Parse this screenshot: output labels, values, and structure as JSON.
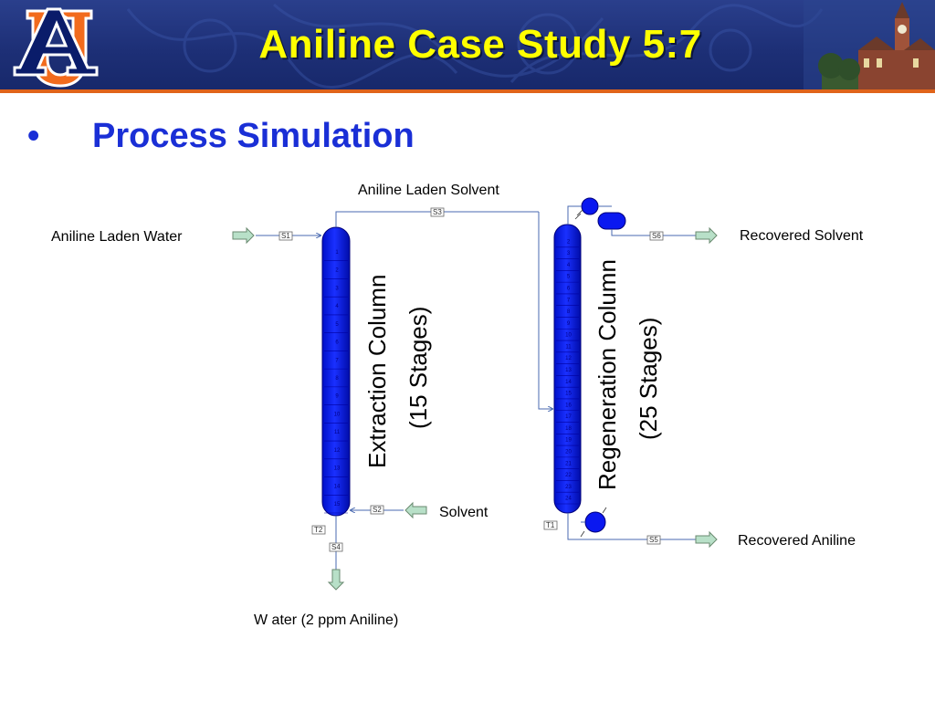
{
  "header": {
    "title": "Aniline Case Study 5:7",
    "logo_text": "AU"
  },
  "bullet": {
    "symbol": "•",
    "text": "Process Simulation"
  },
  "diagram": {
    "labels": {
      "aniline_laden_water": "Aniline Laden Water",
      "aniline_laden_solvent": "Aniline Laden Solvent",
      "recovered_solvent": "Recovered Solvent",
      "solvent": "Solvent",
      "recovered_aniline": "Recovered Aniline",
      "water_out": "W ater (2 ppm Aniline)"
    },
    "extraction_column": {
      "line1": "Extraction Column",
      "line2": "(15 Stages)",
      "stages": [
        "1",
        "2",
        "3",
        "4",
        "5",
        "6",
        "7",
        "8",
        "9",
        "10",
        "11",
        "12",
        "13",
        "14",
        "15"
      ]
    },
    "regeneration_column": {
      "line1": "Regeneration Column",
      "line2": "(25 Stages)",
      "stages": [
        "2",
        "3",
        "4",
        "5",
        "6",
        "7",
        "8",
        "9",
        "10",
        "11",
        "12",
        "13",
        "14",
        "15",
        "16",
        "17",
        "18",
        "19",
        "20",
        "21",
        "22",
        "23",
        "24"
      ]
    },
    "stream_tags": {
      "s1": "S1",
      "s2": "S2",
      "s3": "S3",
      "s4": "S4",
      "s5": "S5",
      "s6": "S6",
      "t1": "T1",
      "t2": "T2"
    }
  },
  "colors": {
    "banner_blue": "#1d2f76",
    "banner_orange": "#e0641a",
    "title_yellow": "#ffff00",
    "bullet_blue": "#1a2fd6",
    "column_blue": "#0a18f0",
    "arrow_fill": "#b8e0c8"
  },
  "icons": {
    "logo": "auburn-au-logo",
    "tower": "clock-tower-icon"
  }
}
